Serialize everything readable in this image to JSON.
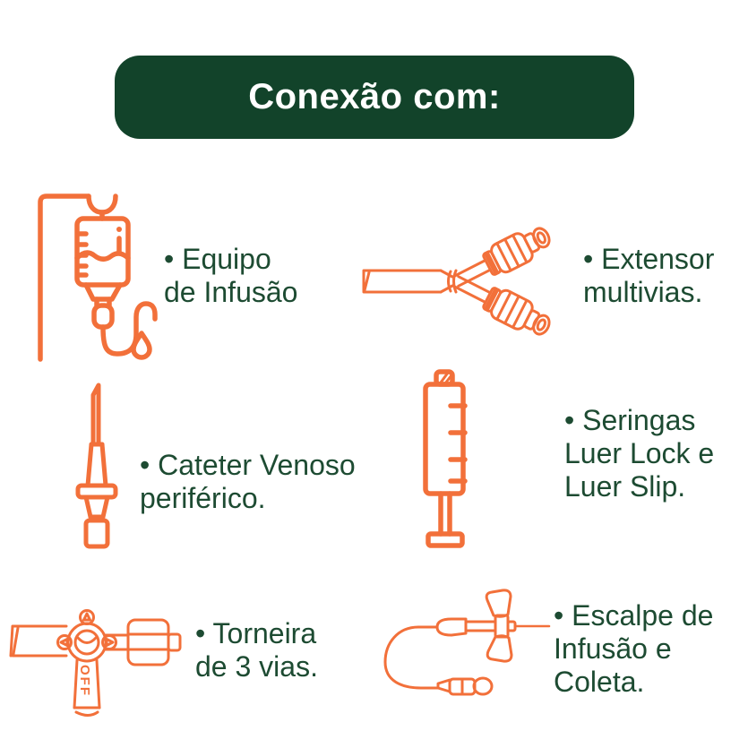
{
  "colors": {
    "background": "#FFFFFF",
    "header_green": "#12432A",
    "text_green": "#1D4B32",
    "accent_orange": "#F2703A"
  },
  "header": {
    "label": "Conexão com:"
  },
  "items": [
    {
      "name": "equipo-de-infusao",
      "icon": "iv-infusion-set-icon",
      "lines": [
        "• Equipo",
        "de Infusão"
      ]
    },
    {
      "name": "extensor-multivias",
      "icon": "multiway-extension-icon",
      "lines": [
        "• Extensor",
        "multivias."
      ]
    },
    {
      "name": "cateter-venoso",
      "icon": "venous-catheter-icon",
      "lines": [
        "• Cateter Venoso",
        "periférico."
      ]
    },
    {
      "name": "seringas-luer",
      "icon": "syringe-icon",
      "lines": [
        "• Seringas",
        "Luer Lock e",
        "Luer Slip."
      ]
    },
    {
      "name": "torneira-3-vias",
      "icon": "three-way-stopcock-icon",
      "off_label": "OFF",
      "lines": [
        "• Torneira",
        "de 3 vias."
      ]
    },
    {
      "name": "escalpe",
      "icon": "butterfly-needle-icon",
      "lines": [
        "• Escalpe de",
        "Infusão e",
        "Coleta."
      ]
    }
  ]
}
